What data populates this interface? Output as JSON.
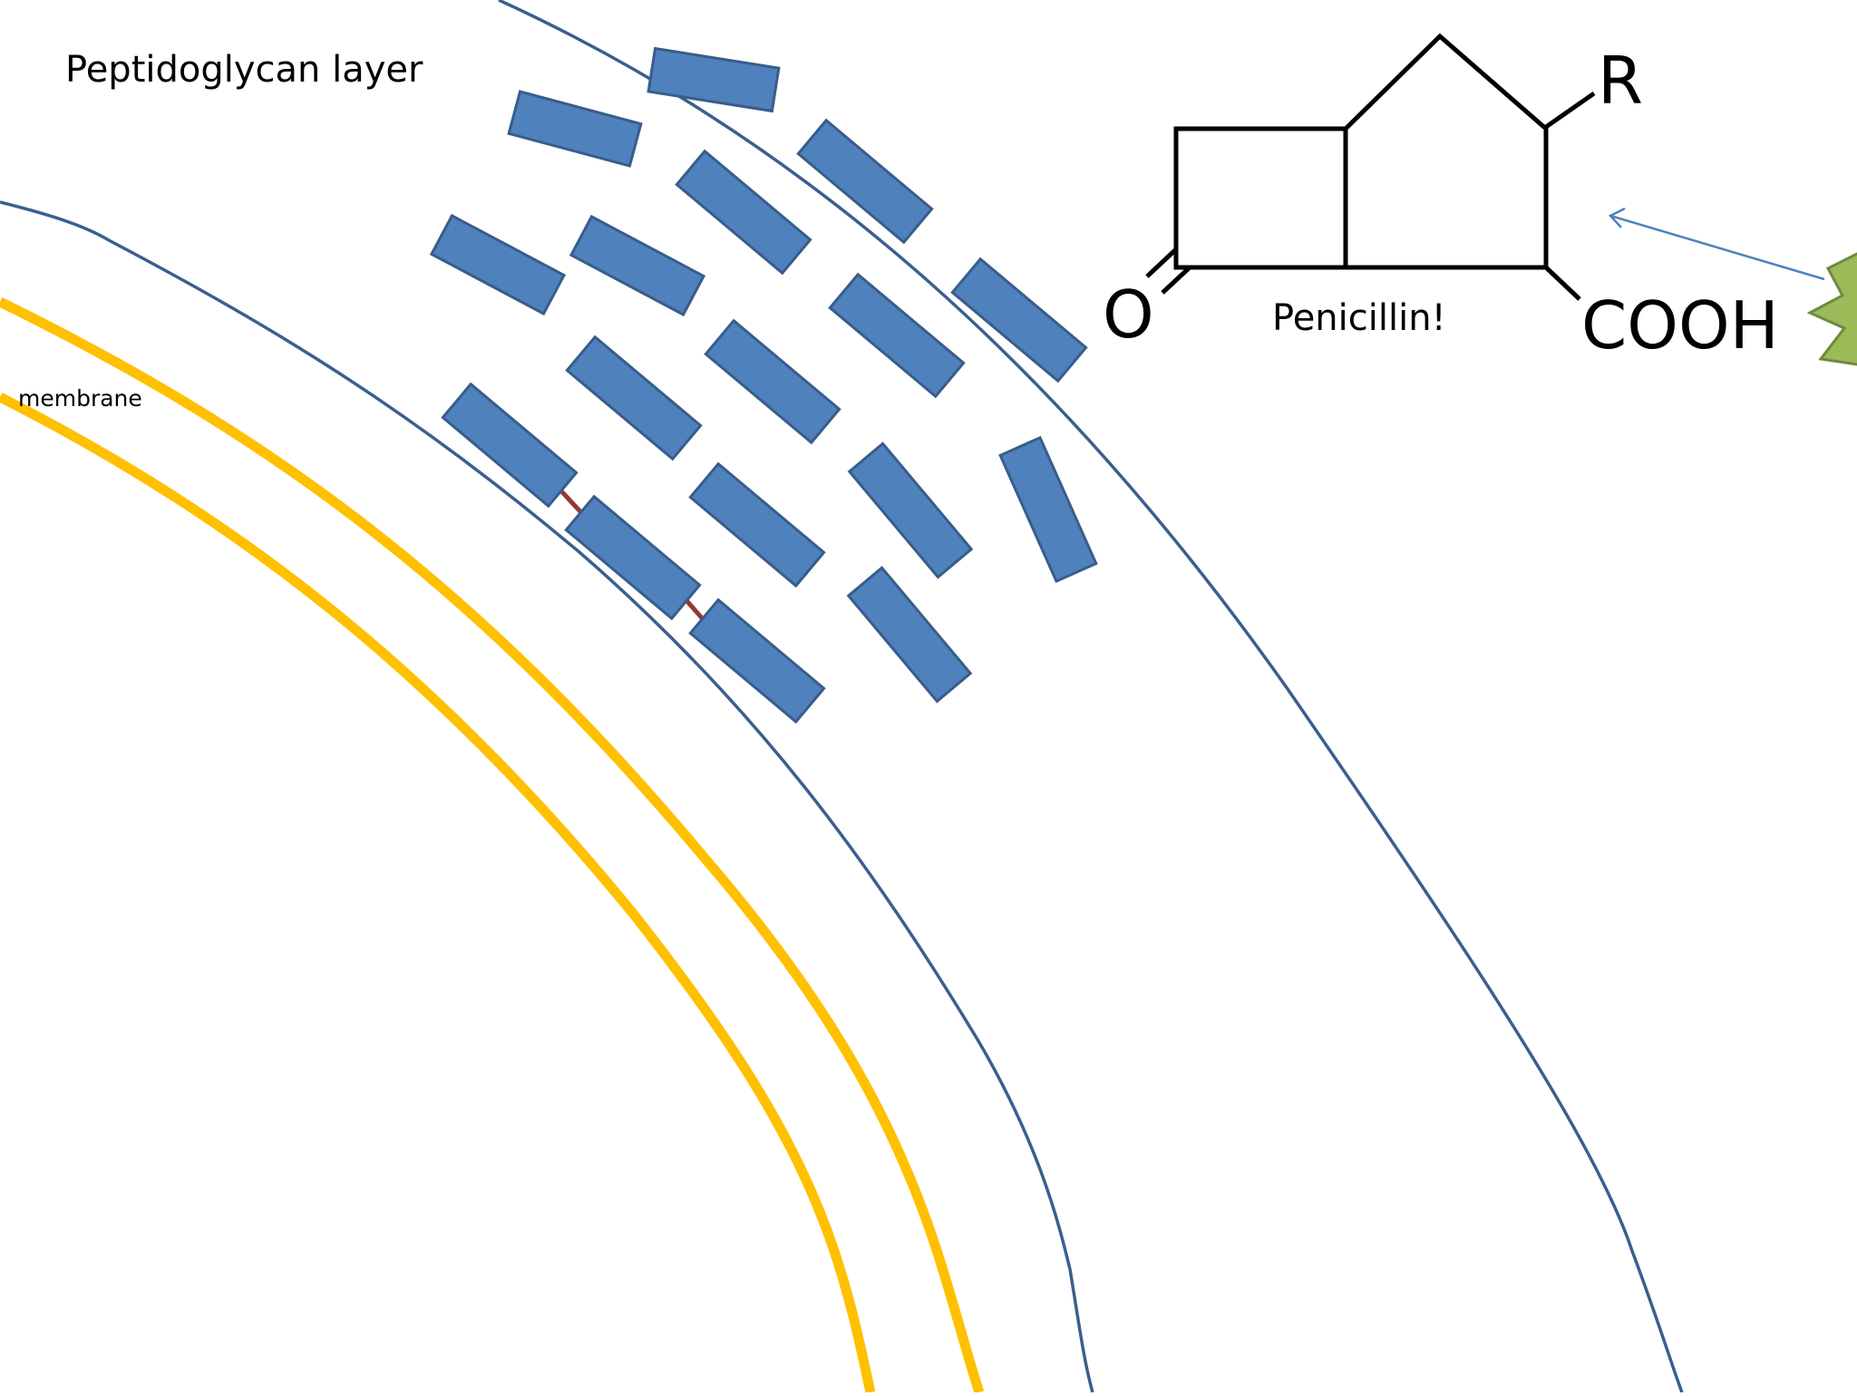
{
  "labels": {
    "peptidoglycan": "Peptidoglycan layer",
    "membrane": "membrane",
    "penicillin": "Penicillin!"
  },
  "molecule": {
    "atom_o": "O",
    "atom_r": "R",
    "group_cooh": "COOH"
  },
  "colors": {
    "membrane": "#FFC000",
    "wall_outline": "#3A5F8F",
    "block_fill": "#4F81BD",
    "block_stroke": "#385D8A",
    "crosslink": "#953735",
    "molecule": "#000000",
    "arrow": "#4F81BD",
    "enzyme_fill": "#9BBB59",
    "enzyme_stroke": "#71893F"
  }
}
